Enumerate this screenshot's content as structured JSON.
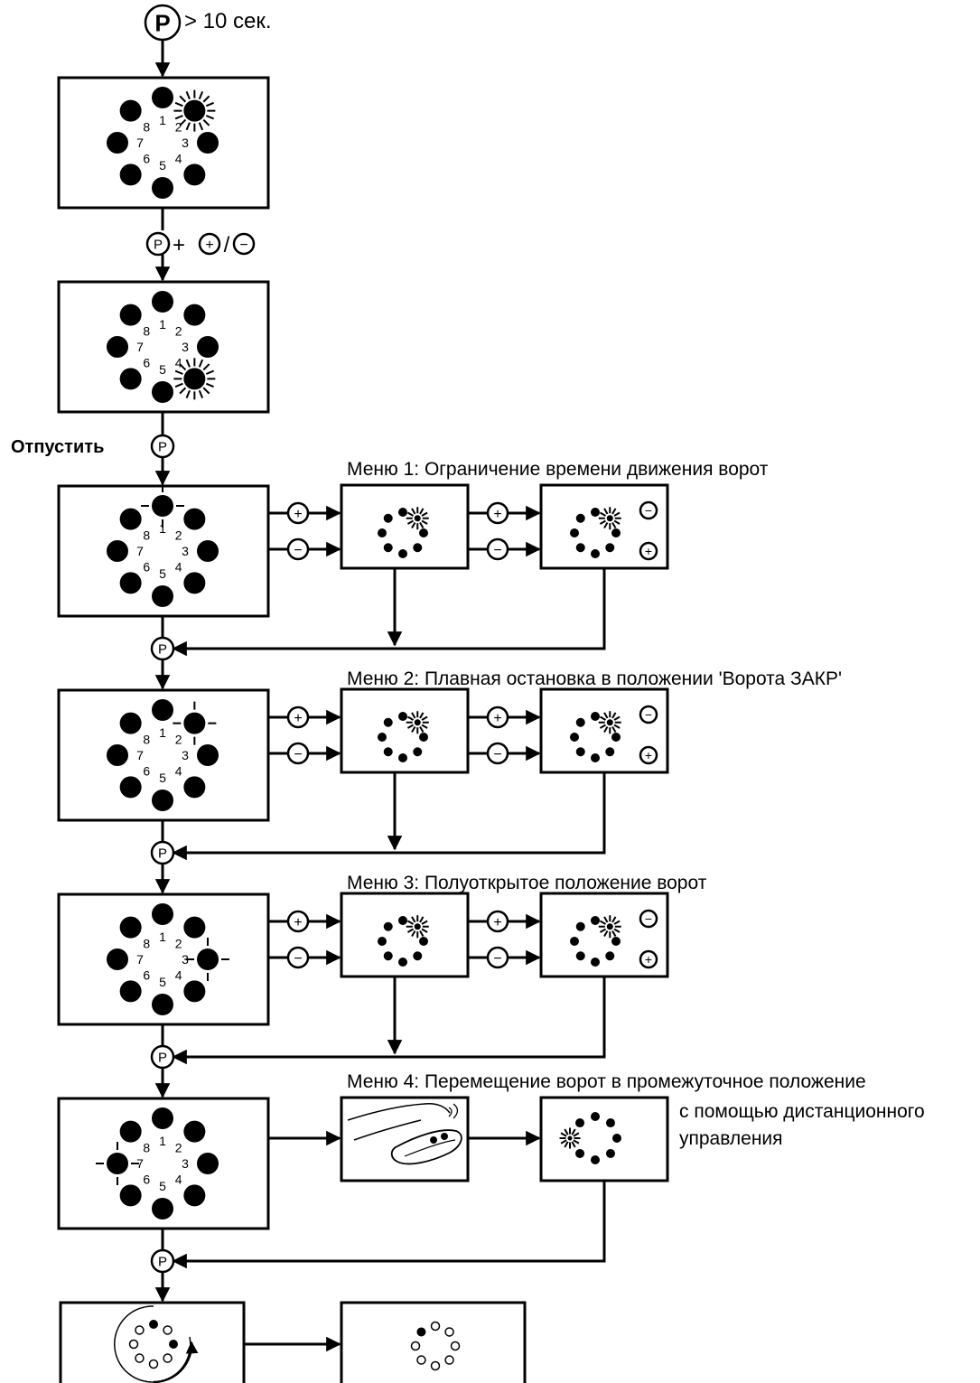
{
  "top": {
    "p_key": "P",
    "duration": "> 10 сек."
  },
  "step2": {
    "keys": [
      "P",
      "+",
      "+",
      "/",
      "−"
    ]
  },
  "release": {
    "label": "Отпустить",
    "key": "P"
  },
  "dial_numbers": [
    "1",
    "2",
    "3",
    "4",
    "5",
    "6",
    "7",
    "8"
  ],
  "key_labels": {
    "p": "P",
    "plus": "+",
    "minus": "−"
  },
  "menus": [
    {
      "title": "Меню 1: Ограничение времени движения ворот"
    },
    {
      "title": "Меню 2: Плавная остановка в положении 'Ворота ЗАКР'"
    },
    {
      "title": "Меню 3: Полуоткрытое положение ворот"
    },
    {
      "title": "Меню 4: Перемещение ворот в промежуточное положение",
      "note_line1": "с помощью дистанционного",
      "note_line2": "управления"
    }
  ],
  "colors": {
    "ink": "#000000",
    "background": "#ffffff"
  }
}
